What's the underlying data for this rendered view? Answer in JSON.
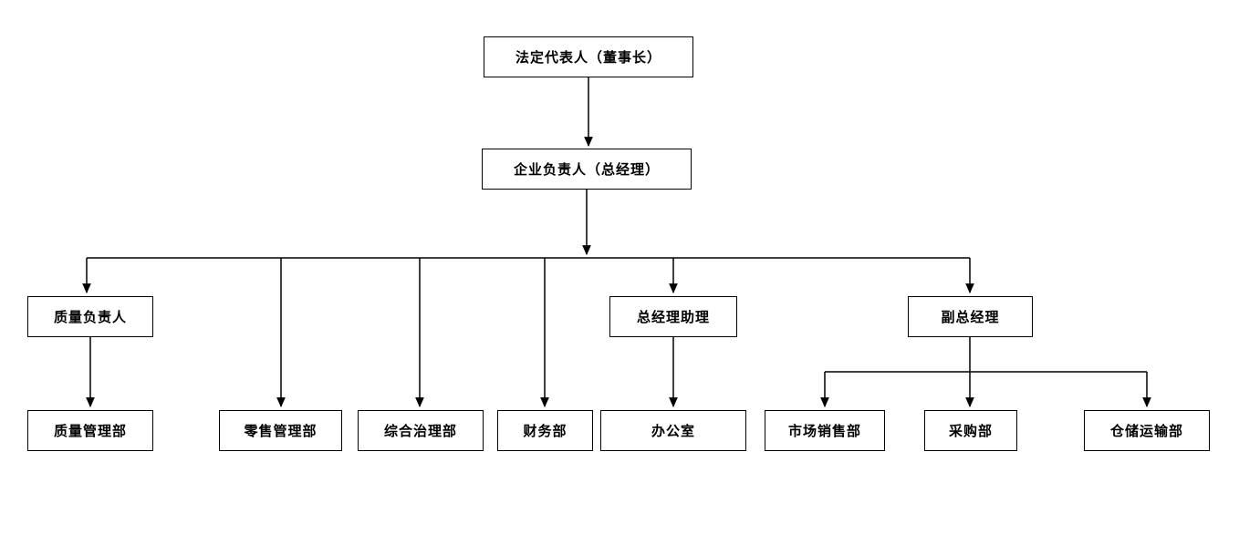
{
  "diagram": {
    "type": "org-chart",
    "nodes": [
      {
        "id": "legal-representative",
        "label": "法定代表人（董事长）"
      },
      {
        "id": "general-manager",
        "label": "企业负责人（总经理）"
      },
      {
        "id": "quality-director",
        "label": "质量负责人"
      },
      {
        "id": "gm-assistant",
        "label": "总经理助理"
      },
      {
        "id": "deputy-general-manager",
        "label": "副总经理"
      },
      {
        "id": "quality-management-dept",
        "label": "质量管理部"
      },
      {
        "id": "retail-management-dept",
        "label": "零售管理部"
      },
      {
        "id": "comprehensive-governance-dept",
        "label": "综合治理部"
      },
      {
        "id": "finance-dept",
        "label": "财务部"
      },
      {
        "id": "office",
        "label": "办公室"
      },
      {
        "id": "marketing-sales-dept",
        "label": "市场销售部"
      },
      {
        "id": "procurement-dept",
        "label": "采购部"
      },
      {
        "id": "warehouse-transport-dept",
        "label": "仓储运输部"
      }
    ],
    "edges": [
      {
        "from": "legal-representative",
        "to": "general-manager"
      },
      {
        "from": "general-manager",
        "to": "quality-director"
      },
      {
        "from": "general-manager",
        "to": "retail-management-dept"
      },
      {
        "from": "general-manager",
        "to": "comprehensive-governance-dept"
      },
      {
        "from": "general-manager",
        "to": "finance-dept"
      },
      {
        "from": "general-manager",
        "to": "gm-assistant"
      },
      {
        "from": "general-manager",
        "to": "deputy-general-manager"
      },
      {
        "from": "quality-director",
        "to": "quality-management-dept"
      },
      {
        "from": "gm-assistant",
        "to": "office"
      },
      {
        "from": "deputy-general-manager",
        "to": "marketing-sales-dept"
      },
      {
        "from": "deputy-general-manager",
        "to": "procurement-dept"
      },
      {
        "from": "deputy-general-manager",
        "to": "warehouse-transport-dept"
      }
    ],
    "colors": {
      "line": "#000000",
      "box_border": "#000000",
      "box_fill": "#ffffff",
      "text": "#000000",
      "background": "#ffffff"
    }
  }
}
